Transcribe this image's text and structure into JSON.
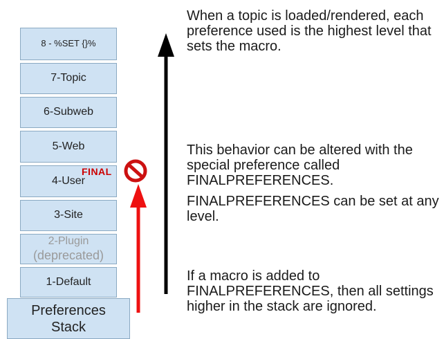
{
  "stack": {
    "levels": [
      {
        "label": "8 - %SET {}%"
      },
      {
        "label": "7-Topic"
      },
      {
        "label": "6-Subweb"
      },
      {
        "label": "5-Web"
      },
      {
        "label": "4-User"
      },
      {
        "label": "3-Site"
      },
      {
        "label_line1": "2-Plugin",
        "label_line2": "(deprecated)"
      },
      {
        "label": "1-Default"
      }
    ],
    "base_line1": "Preferences",
    "base_line2": "Stack"
  },
  "final_label": "FINAL",
  "icons": {
    "prohibited": "no-entry-icon",
    "up_arrow_black": "up-arrow-icon",
    "up_arrow_red": "up-arrow-red-icon"
  },
  "colors": {
    "box_fill": "#cfe2f3",
    "red": "#ee1111",
    "black": "#000000"
  },
  "text": {
    "p1": "When a topic is loaded/rendered, each preference used is the highest level that sets the macro.",
    "p2": "This behavior can be altered with the special preference called FINALPREFERENCES.",
    "p3": "FINALPREFERENCES can be set at any level.",
    "p4": "If a macro is added to FINALPREFERENCES, then all settings higher in the stack are ignored."
  }
}
